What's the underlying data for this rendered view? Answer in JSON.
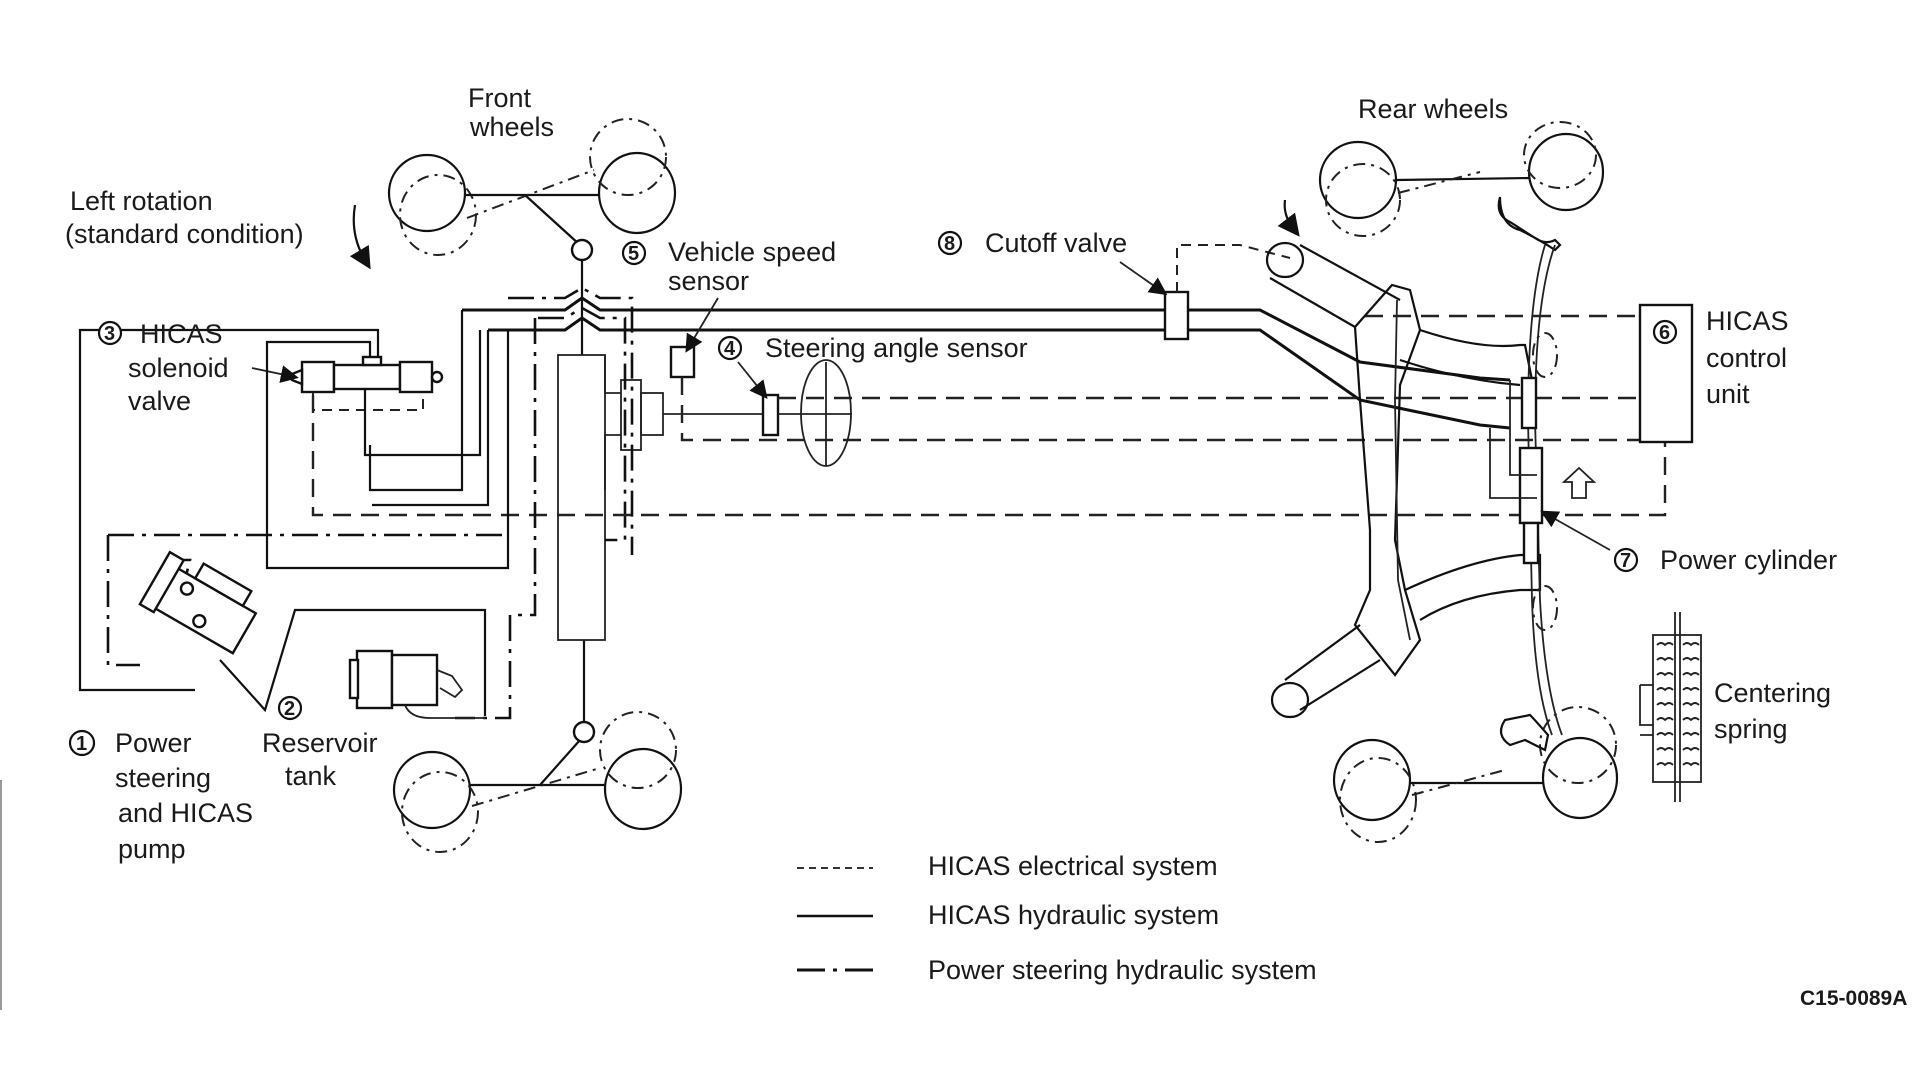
{
  "figure_code": "C15-0089A",
  "labels": {
    "front_wheels": [
      "Front",
      "wheels"
    ],
    "rear_wheels": "Rear wheels",
    "left_rotation": [
      "Left rotation",
      "(standard condition)"
    ]
  },
  "components": [
    {
      "number": "1",
      "lines": [
        "Power",
        "steering",
        "and HICAS",
        "pump"
      ]
    },
    {
      "number": "2",
      "lines": [
        "Reservoir",
        "tank"
      ]
    },
    {
      "number": "3",
      "lines": [
        "HICAS",
        "solenoid",
        "valve"
      ]
    },
    {
      "number": "4",
      "lines": [
        "Steering angle sensor"
      ]
    },
    {
      "number": "5",
      "lines": [
        "Vehicle speed",
        "sensor"
      ]
    },
    {
      "number": "6",
      "lines": [
        "HICAS",
        "control",
        "unit"
      ]
    },
    {
      "number": "7",
      "lines": [
        "Power cylinder"
      ]
    },
    {
      "number": "8",
      "lines": [
        "Cutoff valve"
      ]
    }
  ],
  "centering_spring": [
    "Centering",
    "spring"
  ],
  "legend": [
    {
      "style": "dashed",
      "label": "HICAS electrical system"
    },
    {
      "style": "solid",
      "label": "HICAS hydraulic system"
    },
    {
      "style": "dash-dot",
      "label": "Power steering hydraulic system"
    }
  ]
}
